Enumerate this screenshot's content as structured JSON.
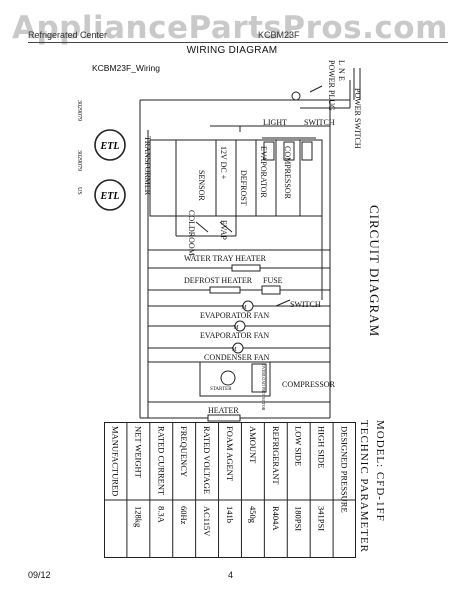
{
  "watermark": "AppliancePartsPros.com",
  "header": {
    "left": "Refrigerated Center",
    "right": "KCBM23F",
    "title": "WIRING DIAGRAM"
  },
  "model_label": "KCBM23F_Wiring",
  "footer": {
    "date": "09/12",
    "page": "4"
  },
  "cert": {
    "us": "US",
    "code": "3029079"
  },
  "labels": {
    "power_plug": "POWER PLUG",
    "l": "L",
    "n": "N",
    "e": "E",
    "power_switch": "POWER SWITCH",
    "light": "LIGHT",
    "switch_top": "SWITCH",
    "transformer": "TRANSFORMER",
    "dc12": "12V DC +",
    "sensor": "SENSOR",
    "defrost": "DEFROST",
    "evaporator": "EVAPORATOR",
    "compressor_box": "COMPRESSOR",
    "coldroom": "COLDROOM",
    "evap": "EVAP",
    "circuit_diagram": "CIRCUIT DIAGRAM",
    "water_tray_heater": "WATER TRAY HEATER",
    "defrost_heater": "DEFROST HEATER",
    "fuse": "FUSE",
    "switch_mid": "SWITCH",
    "evaporator_fan_1": "EVAPORATOR FAN",
    "evaporator_fan_2": "EVAPORATOR FAN",
    "condenser_fan": "CONDENSER FAN",
    "overload_protector": "OVERLOAD PROTECTOR",
    "starter": "STARTER",
    "compressor": "COMPRESSOR",
    "heater": "HEATER",
    "model_name": "MODEL: CFD-1FF",
    "technic_parameter": "TECHNIC PARAMETER"
  },
  "technic_table": [
    {
      "name": "DESIGNED PRESSURE",
      "value": ""
    },
    {
      "name": "HIGH SIDE",
      "value": "341PSI"
    },
    {
      "name": "LOW SIDE",
      "value": "180PSI"
    },
    {
      "name": "REFRIGERANT",
      "value": "R404A"
    },
    {
      "name": "AMOUNT",
      "value": "450g"
    },
    {
      "name": "FOAM AGENT",
      "value": "141b"
    },
    {
      "name": "RATED VOLTAGE",
      "value": "AC115V"
    },
    {
      "name": "FREQUENCY",
      "value": "60Hz"
    },
    {
      "name": "RATED CURRENT",
      "value": "8.3A"
    },
    {
      "name": "NET WEIGHT",
      "value": "128kg"
    },
    {
      "name": "MANUFACTURED",
      "value": ""
    }
  ]
}
